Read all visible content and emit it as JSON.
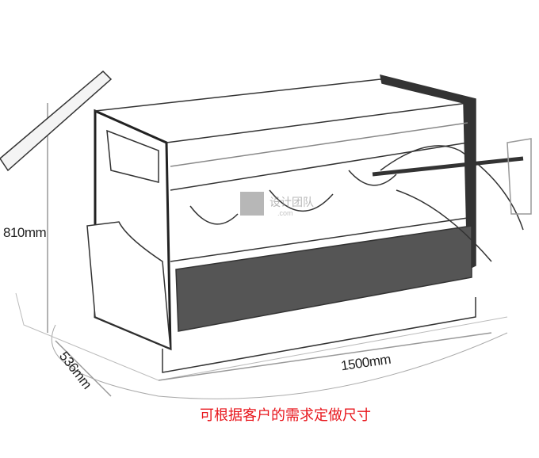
{
  "dimensions": {
    "height": "810mm",
    "width": "1500mm",
    "depth": "536mm"
  },
  "note": "可根据客户的需求定做尺寸",
  "note_color": "#e8161c",
  "watermark": "设计团队 .com"
}
